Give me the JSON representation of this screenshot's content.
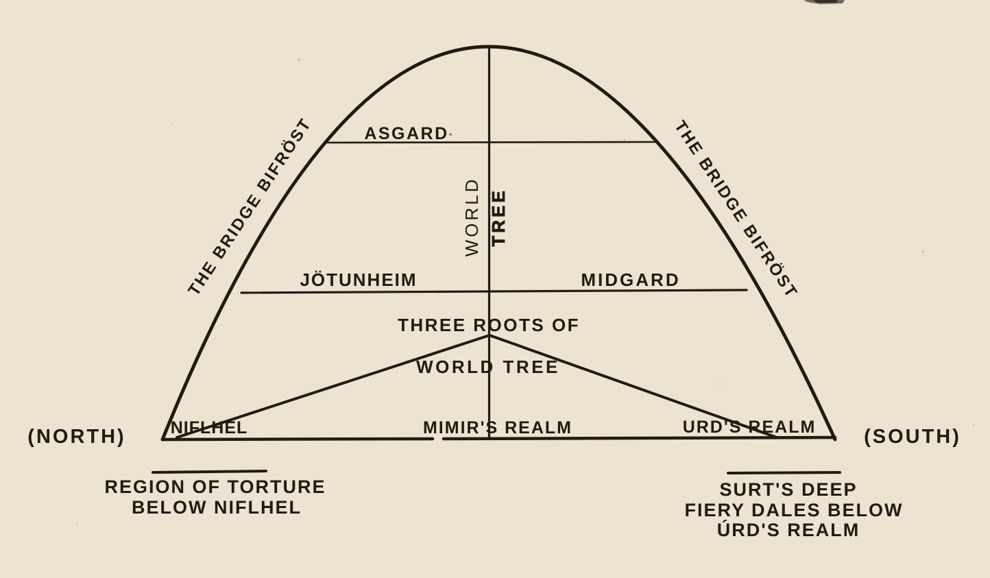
{
  "colors": {
    "paper": "#ece3d1",
    "ink": "#221b12"
  },
  "labels": {
    "north": "(NORTH)",
    "south": "(SOUTH)",
    "bridge_left": "THE BRIDGE BIFRÖST",
    "bridge_right": "THE BRIDGE BIFRÖST",
    "asgard": "ASGARD",
    "world": "WORLD",
    "tree": "TREE",
    "jotunheim": "JÖTUNHEIM",
    "midgard": "MIDGARD",
    "three_roots_line1": "THREE ROOTS OF",
    "three_roots_line2": "WORLD TREE",
    "niflhel": "NIFLHEL",
    "mimirs_realm": "MIMIR'S REALM",
    "urds_realm": "URD'S REALM"
  },
  "captions": {
    "left": {
      "line1": "REGION OF TORTURE",
      "line2": "BELOW NIFLHEL"
    },
    "right": {
      "line1": "SURT'S DEEP",
      "line2": "FIERY DALES BELOW",
      "line3": "ÚRD'S REALM"
    }
  }
}
